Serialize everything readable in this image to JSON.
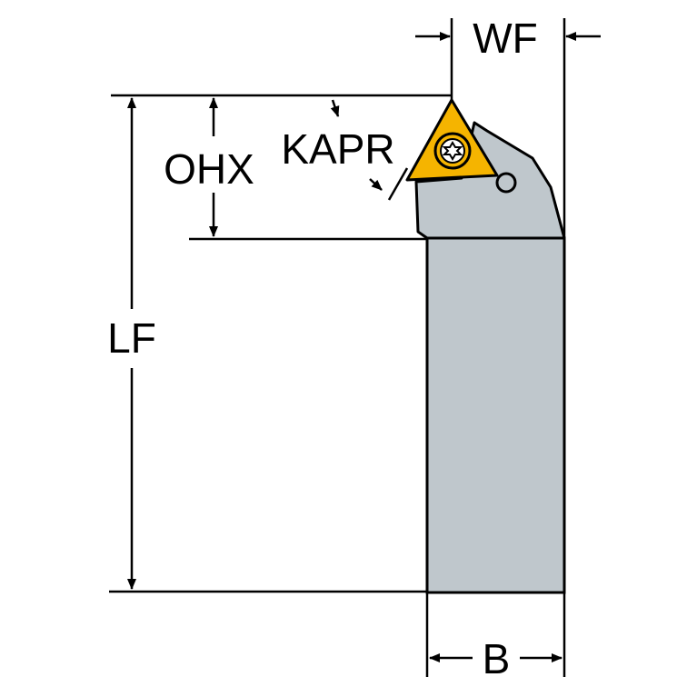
{
  "labels": {
    "wf": "WF",
    "kapr": "KAPR",
    "ohx": "OHX",
    "lf": "LF",
    "b": "B"
  },
  "colors": {
    "holder_body": "#BFC7CC",
    "insert": "#F5B400",
    "outline": "#000000",
    "background": "#FFFFFF"
  }
}
